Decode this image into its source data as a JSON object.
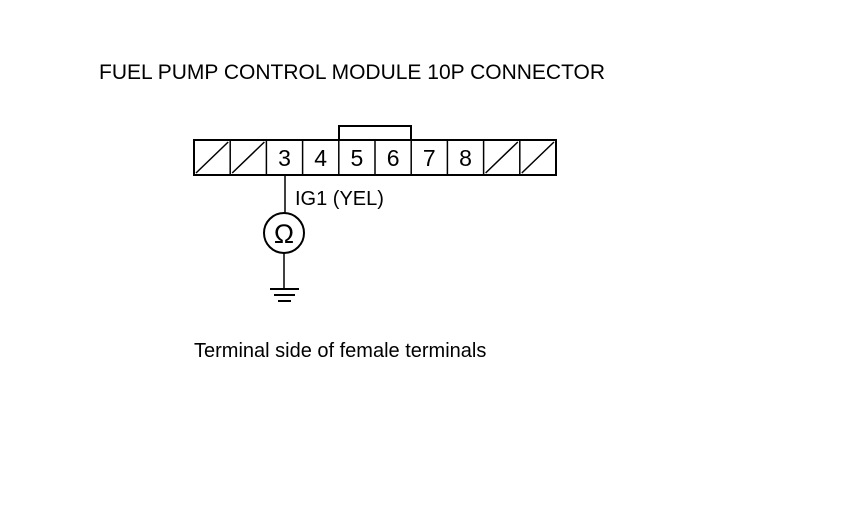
{
  "title": "FUEL PUMP CONTROL MODULE 10P CONNECTOR",
  "connector": {
    "cells": [
      {
        "label": "",
        "blank": true
      },
      {
        "label": "",
        "blank": true
      },
      {
        "label": "3",
        "blank": false
      },
      {
        "label": "4",
        "blank": false
      },
      {
        "label": "5",
        "blank": false
      },
      {
        "label": "6",
        "blank": false
      },
      {
        "label": "7",
        "blank": false
      },
      {
        "label": "8",
        "blank": false
      },
      {
        "label": "",
        "blank": true
      },
      {
        "label": "",
        "blank": true
      }
    ],
    "probe_terminal": "3"
  },
  "wire_label": "IG1 (YEL)",
  "meter_symbol": "Ω",
  "caption": "Terminal side of female terminals",
  "colors": {
    "ink": "#000000",
    "background": "#ffffff"
  }
}
